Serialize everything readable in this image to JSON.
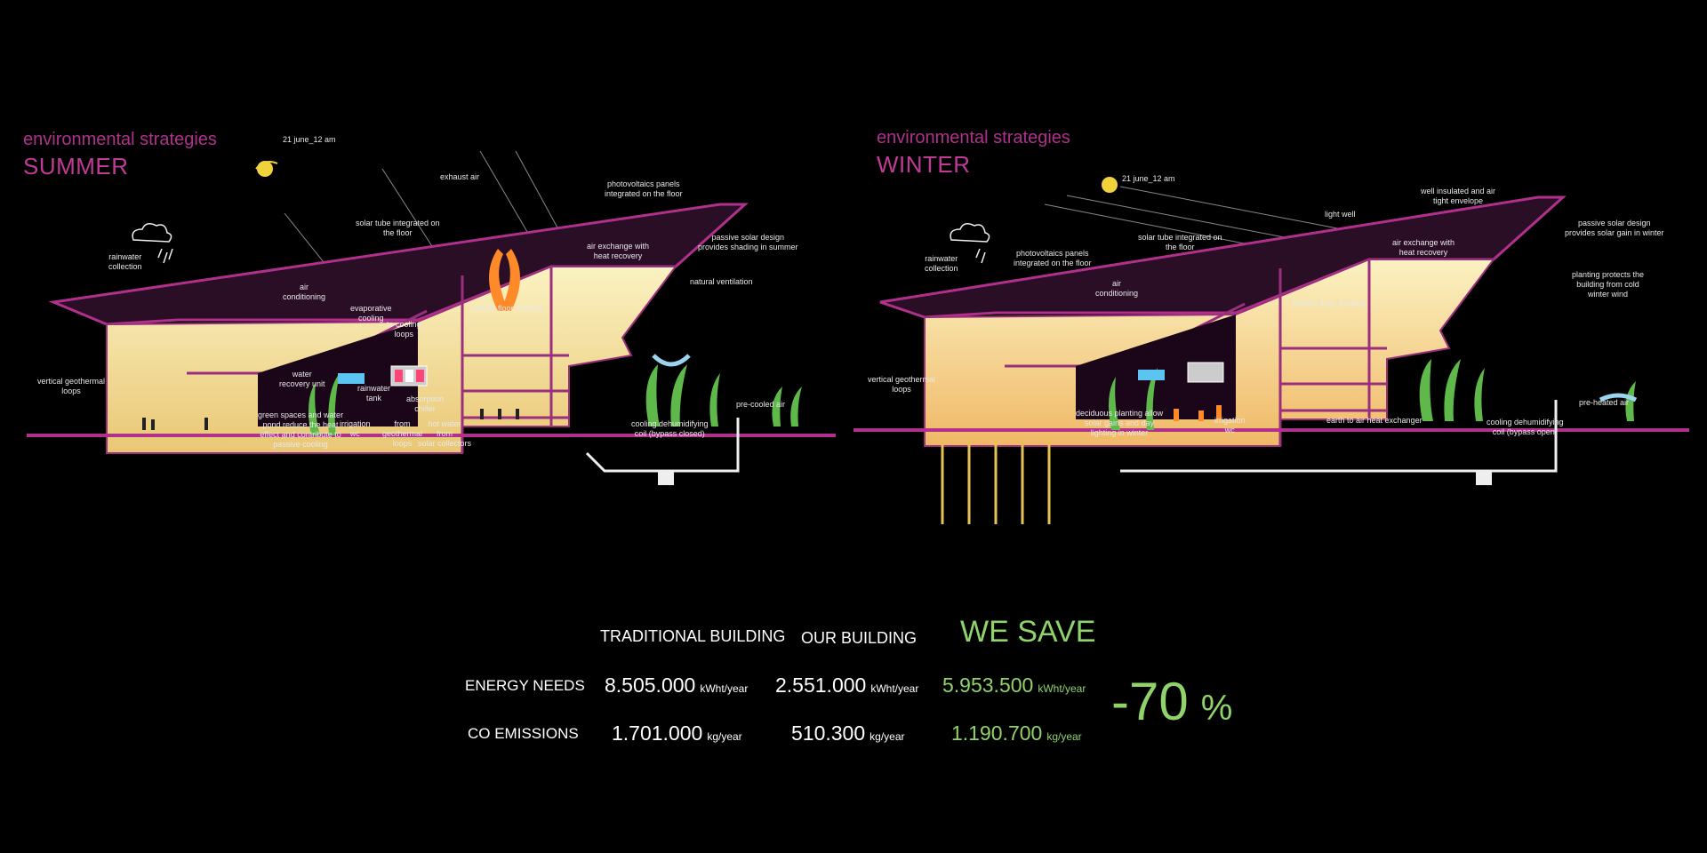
{
  "summer": {
    "heading": "environmental strategies",
    "season": "SUMMER",
    "sun_label": "21 june_12 am",
    "labels": {
      "exhaust_air": "exhaust air",
      "pv_panels": "photovoltaics panels\nintegrated on the floor",
      "solar_tube": "solar tube integrated on\nthe floor",
      "rainwater": "rainwater\ncollection",
      "passive_solar": "passive solar design\nprovides shading in summer",
      "air_exchange": "air exchange with\nheat recovery",
      "natural_vent": "natural ventilation",
      "air_cond": "air\nconditioning",
      "evaporative": "evaporative\ncooling",
      "radiant": "radiant floor_cooling",
      "to_cooling": "to cooling\nloops",
      "geothermal": "vertical geothermal\nloops",
      "water_recovery": "water\nrecovery unit",
      "rain_tank": "rainwater\ntank",
      "absorption": "absorption\nchiller",
      "green_spaces": "green spaces and water\npond reduce the heat\neffect and contribute to\npassive cooling",
      "irrigation": "irrigation\nwc",
      "from_geo": "from\ngeothermal\nloops",
      "hot_water": "hot water\nfrom\nsolar collectors",
      "pre_cooled": "pre-cooled air",
      "dehumid": "cooling dehumidifying\ncoil (bypass closed)"
    }
  },
  "winter": {
    "heading": "environmental strategies",
    "season": "WINTER",
    "sun_label": "21 june_12 am",
    "labels": {
      "well_insulated": "well insulated and air\ntight envelope",
      "light_well": "light well",
      "solar_tube": "solar tube integrated on\nthe floor",
      "pv_panels": "photovoltaics panels\nintegrated on the floor",
      "rainwater": "rainwater\ncollection",
      "passive_solar": "passive solar design\nprovides solar gain in winter",
      "air_exchange": "air exchange with\nheat recovery",
      "planting_protects": "planting protects the\nbuilding from cold\nwinter wind",
      "air_cond": "air\nconditioning",
      "radiant": "radiant floor_heating",
      "geothermal": "vertical geothermal\nloops",
      "deciduous": "deciduous planting allow\nsolar gains and day\nlighting in winter",
      "irrigation": "irrigation\nwc",
      "earth_air": "earth to air heat exchanger",
      "pre_heated": "pre-heated air",
      "dehumid": "cooling dehumidifying\ncoil (bypass open)"
    }
  },
  "stats": {
    "col_traditional": "TRADITIONAL BUILDING",
    "col_ours": "OUR BUILDING",
    "col_save": "WE SAVE",
    "rows": [
      {
        "label": "ENERGY NEEDS",
        "traditional": "8.505.000",
        "traditional_unit": "kWht/year",
        "ours": "2.551.000",
        "ours_unit": "kWht/year",
        "save": "5.953.500",
        "save_unit": "kWht/year"
      },
      {
        "label": "CO EMISSIONS",
        "traditional": "1.701.000",
        "traditional_unit": "kg/year",
        "ours": "510.300",
        "ours_unit": "kg/year",
        "save": "1.190.700",
        "save_unit": "kg/year"
      }
    ],
    "percent": "-70",
    "percent_sign": "%"
  },
  "colors": {
    "magenta": "#b0308c",
    "green": "#8fd36a",
    "interior": "#f6e7a6",
    "plant": "#5fb84a"
  }
}
